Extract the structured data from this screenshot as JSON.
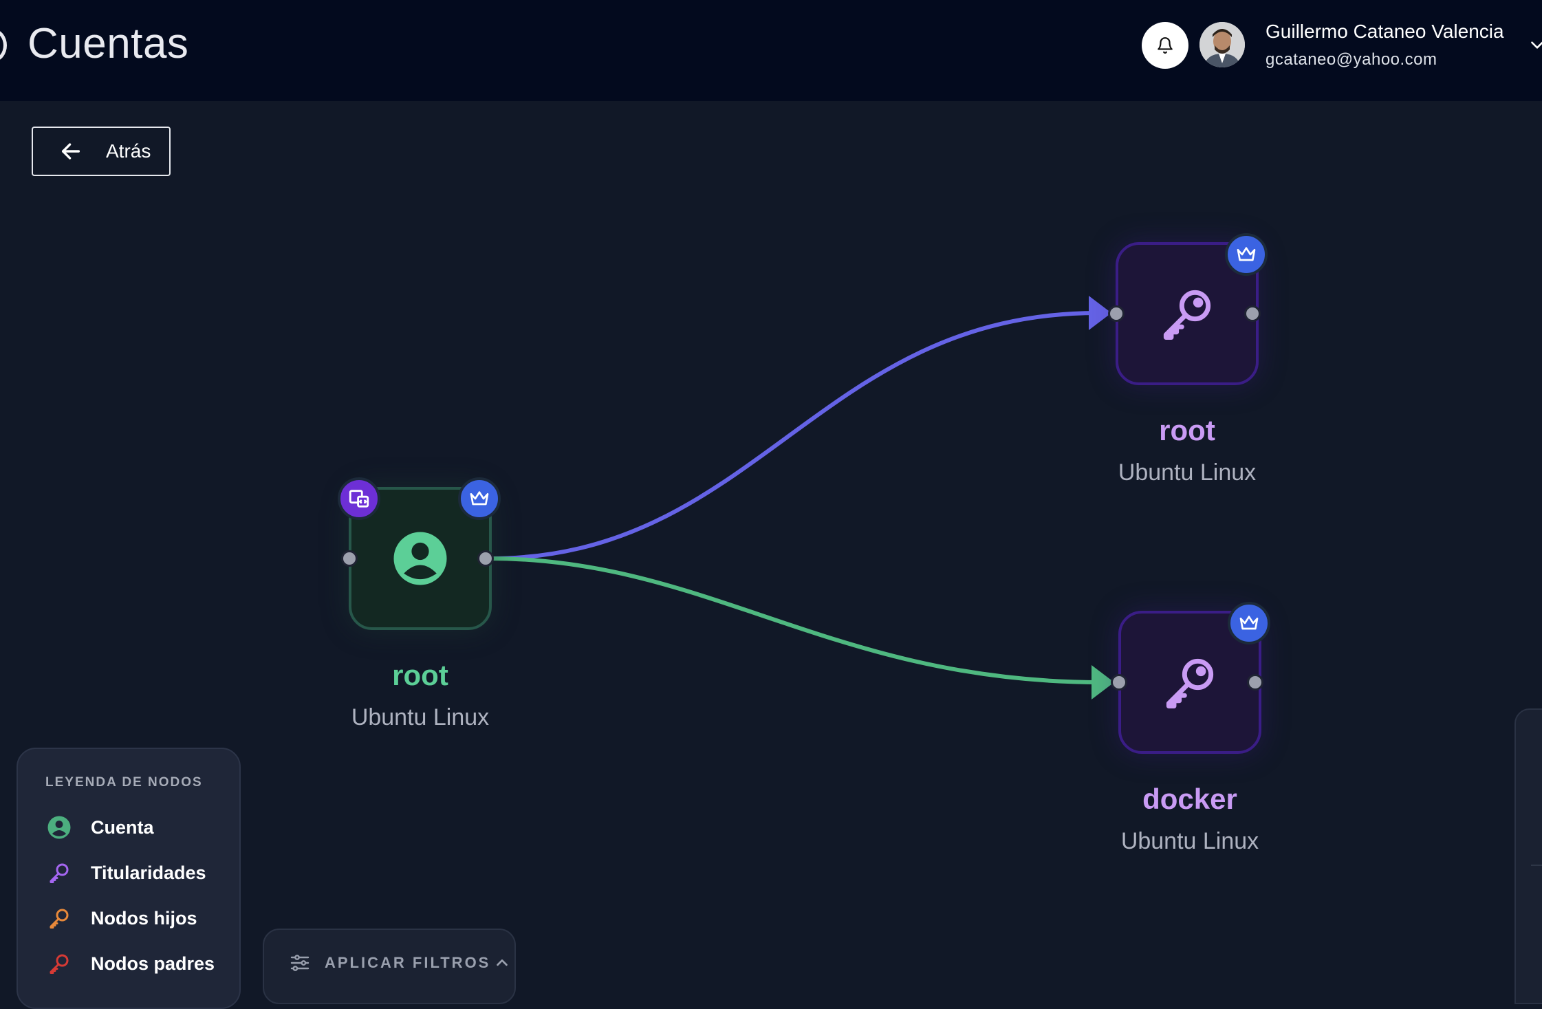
{
  "header": {
    "title": "Cuentas",
    "user": {
      "name": "Guillermo Cataneo Valencia",
      "email": "gcataneo@yahoo.com"
    },
    "icons": [
      "menu-icon",
      "bell-icon",
      "avatar",
      "chevron-down-icon"
    ]
  },
  "back_button": {
    "label": "Atrás",
    "icon": "arrow-left-icon"
  },
  "graph": {
    "nodes": [
      {
        "id": "account-root",
        "kind": "Cuenta",
        "label": "root",
        "sublabel": "Ubuntu Linux",
        "color": "#5ccf97",
        "badges": [
          "shared-device-icon",
          "crown-icon"
        ]
      },
      {
        "id": "holding-root",
        "kind": "Titularidades",
        "label": "root",
        "sublabel": "Ubuntu Linux",
        "color": "#c99bf4",
        "badges": [
          "crown-icon"
        ]
      },
      {
        "id": "holding-docker",
        "kind": "Titularidades",
        "label": "docker",
        "sublabel": "Ubuntu Linux",
        "color": "#c99bf4",
        "badges": [
          "crown-icon"
        ]
      }
    ],
    "edges": [
      {
        "from": "account-root",
        "to": "holding-root",
        "color": "#6563e6"
      },
      {
        "from": "account-root",
        "to": "holding-docker",
        "color": "#4fb880"
      }
    ]
  },
  "legend": {
    "title": "LEYENDA DE NODOS",
    "items": [
      {
        "label": "Cuenta",
        "icon": "user-circle-icon",
        "color": "#4caf7f"
      },
      {
        "label": "Titularidades",
        "icon": "key-icon",
        "color": "#a466f0"
      },
      {
        "label": "Nodos hijos",
        "icon": "key-icon",
        "color": "#e8893a"
      },
      {
        "label": "Nodos padres",
        "icon": "key-icon",
        "color": "#d63a35"
      }
    ]
  },
  "filters": {
    "label": "APLICAR FILTROS",
    "icon": "sliders-icon"
  }
}
